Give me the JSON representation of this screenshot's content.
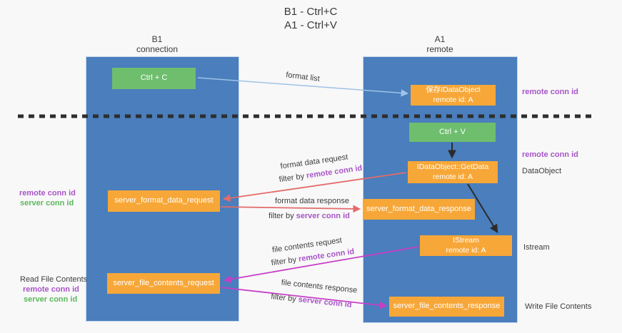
{
  "title": {
    "line1": "B1 - Ctrl+C",
    "line2": "A1 - Ctrl+V"
  },
  "columns": {
    "left": {
      "header_line1": "B1",
      "header_line2": "connection"
    },
    "right": {
      "header_line1": "A1",
      "header_line2": "remote"
    }
  },
  "boxes": {
    "ctrl_c": {
      "label": "Ctrl + C"
    },
    "save_idataobject": {
      "line1": "保存IDataObject",
      "line2": "remote id: A"
    },
    "ctrl_v": {
      "label": "Ctrl + V"
    },
    "getdata": {
      "line1": "IDataObject::GetData",
      "line2": "remote id: A"
    },
    "format_request": {
      "label": "server_format_data_request"
    },
    "format_response": {
      "label": "server_format_data_response"
    },
    "istream": {
      "line1": "IStream",
      "line2": "remote id: A"
    },
    "file_request": {
      "label": "server_file_contents_request"
    },
    "file_response": {
      "label": "server_file_contents_response"
    }
  },
  "arrow_labels": {
    "format_list": "format list",
    "format_data_request": "format data request",
    "filter_remote_1": {
      "prefix": "filter by ",
      "highlight": "remote conn id"
    },
    "format_data_response": "format data response",
    "filter_server_1": {
      "prefix": "filter by ",
      "highlight": "server conn id"
    },
    "file_contents_request": "file contents request",
    "filter_remote_2": {
      "prefix": "filter by ",
      "highlight": "remote conn id"
    },
    "file_contents_response": "file contents response",
    "filter_server_2": {
      "prefix": "filter by ",
      "highlight": "server conn id"
    }
  },
  "side_labels": {
    "right_remote_conn_1": "remote conn id",
    "right_remote_conn_2": "remote conn id",
    "dataobject": "DataObject",
    "istream": "Istream",
    "write_file": "Write File Contents",
    "left_remote_conn_1": "remote conn id",
    "left_server_conn_1": "server conn id",
    "read_file": "Read File Contents",
    "left_remote_conn_2": "remote conn id",
    "left_server_conn_2": "server conn id"
  },
  "colors": {
    "column_blue": "#4a7ebc",
    "box_green": "#6ebe6e",
    "box_orange": "#f7a738",
    "arrow_light_blue": "#9dc3e6",
    "arrow_red": "#e46a6a",
    "arrow_magenta": "#c73ec7",
    "arrow_black": "#2b2b2b",
    "dashed_line": "#2e2e2e",
    "text_purple": "#a855c8",
    "text_green": "#5cb85c"
  }
}
